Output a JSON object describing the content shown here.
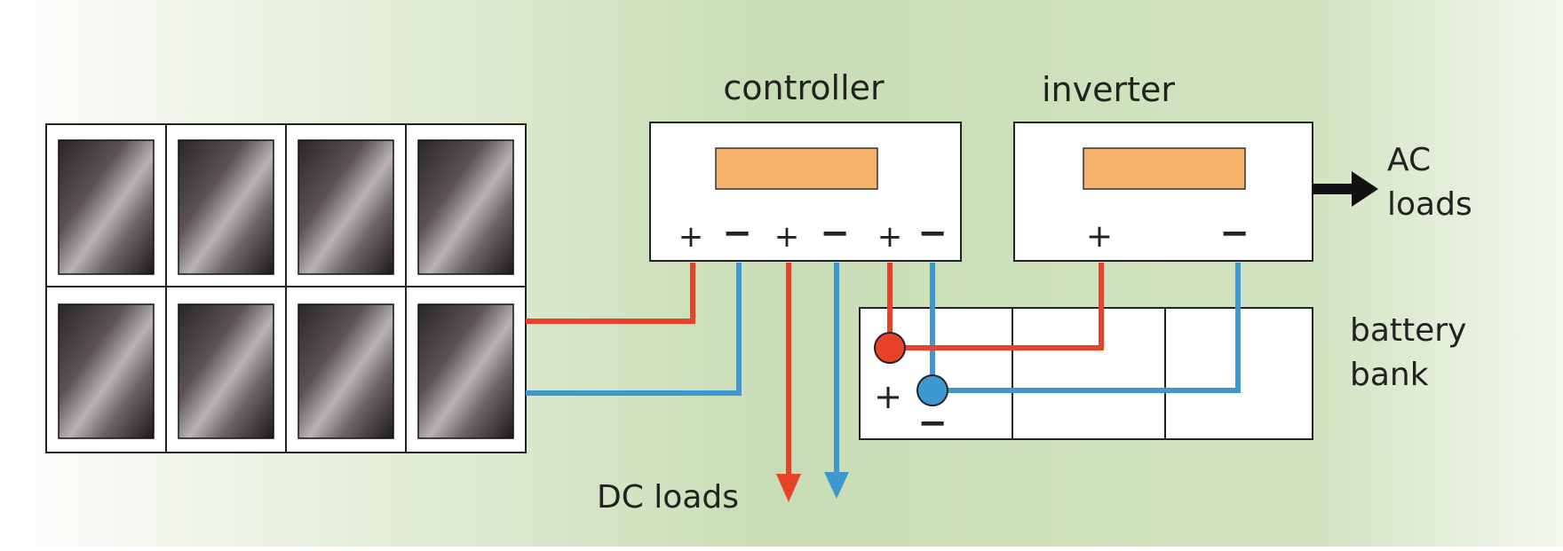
{
  "labels": {
    "controller": "controller",
    "inverter": "inverter",
    "ac_loads_line1": "AC",
    "ac_loads_line2": "loads",
    "battery_bank_line1": "battery",
    "battery_bank_line2": "bank",
    "dc_loads": "DC loads"
  },
  "controller_terminals": [
    "+",
    "−",
    "+",
    "−",
    "+",
    "−"
  ],
  "inverter_terminals": [
    "+",
    "−"
  ],
  "battery_terminals": [
    "+",
    "−"
  ],
  "colors": {
    "positive_wire": "#e8432a",
    "negative_wire": "#3f97cf",
    "display": "#f6b36c",
    "background_start": "#ffffff",
    "background_mid": "#e3edd6",
    "background_end": "#b9d4a5"
  },
  "panel_count": 8
}
